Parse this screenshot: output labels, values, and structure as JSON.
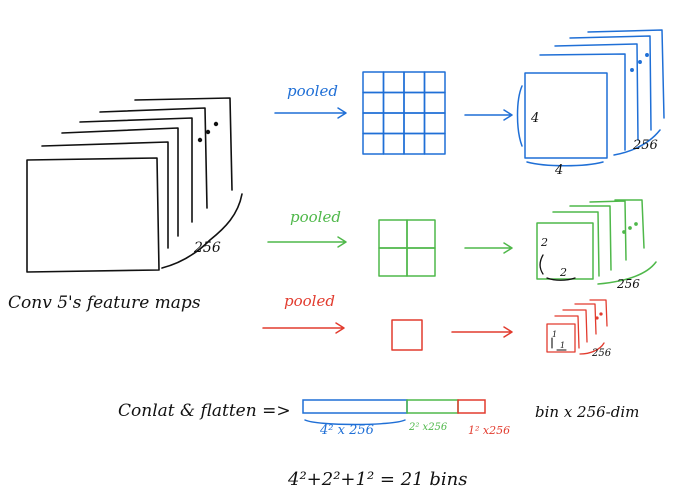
{
  "colors": {
    "ink": "#111111",
    "blue": "#1f6fd6",
    "green": "#4fb84a",
    "red": "#e23b2e"
  },
  "conv5": {
    "label": "Conv 5's feature maps",
    "depth_label": "256"
  },
  "branches": {
    "blue": {
      "label": "pooled",
      "grid": 4,
      "height_label": "4",
      "width_label": "4",
      "depth_label": "256"
    },
    "green": {
      "label": "pooled",
      "grid": 2,
      "height_label": "2",
      "width_label": "2",
      "depth_label": "256"
    },
    "red": {
      "label": "pooled",
      "grid": 1,
      "height_label": "1",
      "width_label": "1",
      "depth_label": "256"
    }
  },
  "concat": {
    "label": "Conlat & flatten =>",
    "blue_segment": "4² x 256",
    "green_segment": "2² x256",
    "red_segment": "1² x256",
    "result": "bin x 256-dim"
  },
  "formula": "4²+2²+1² = 21 bins"
}
